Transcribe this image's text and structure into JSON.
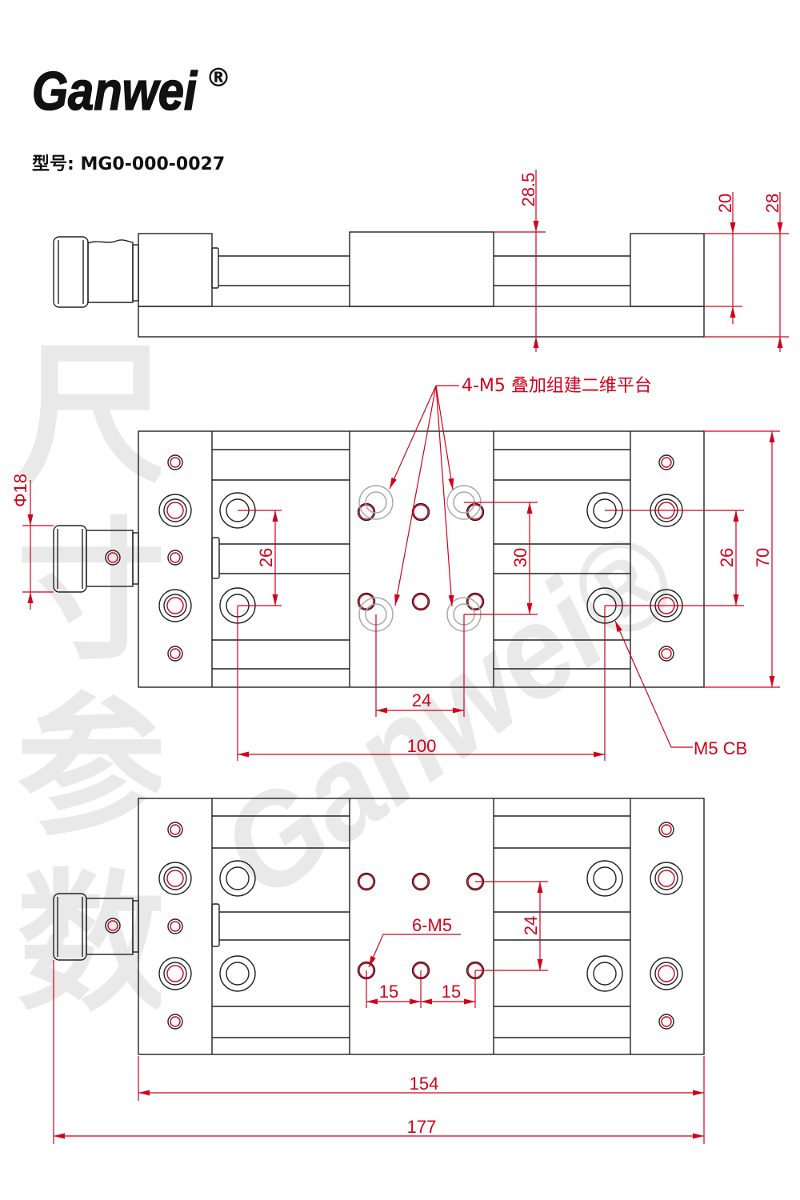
{
  "brand": {
    "logo_text": "Ganwei",
    "registered_mark": "®"
  },
  "model": {
    "label": "型号: MG0-000-0027"
  },
  "watermark": {
    "side_text": "尺寸参数",
    "diagonal_text": "Ganwei®"
  },
  "colors": {
    "outline": "#222222",
    "dimension": "#d0021b",
    "overlay_hole": "#a8a8a8",
    "watermark": "#e9e9e9"
  },
  "side_view": {
    "dims": {
      "carriage_height": "28.5",
      "end_block_height": "20",
      "total_height": "28"
    }
  },
  "top_view": {
    "callout_overlay": "4-M5 叠加组建二维平台",
    "knob_diameter": "Φ18",
    "left_spacing": "26",
    "overlay_spacing": "30",
    "right_spacing": "26",
    "width": "70",
    "overlay_pitch": "24",
    "cb_pitch": "100",
    "cb_callout": "M5 CB"
  },
  "bottom_view": {
    "callout_holes": "6-M5",
    "hole_row_spacing": "24",
    "hole_pitch_left": "15",
    "hole_pitch_right": "15",
    "base_length": "154",
    "total_length": "177"
  }
}
